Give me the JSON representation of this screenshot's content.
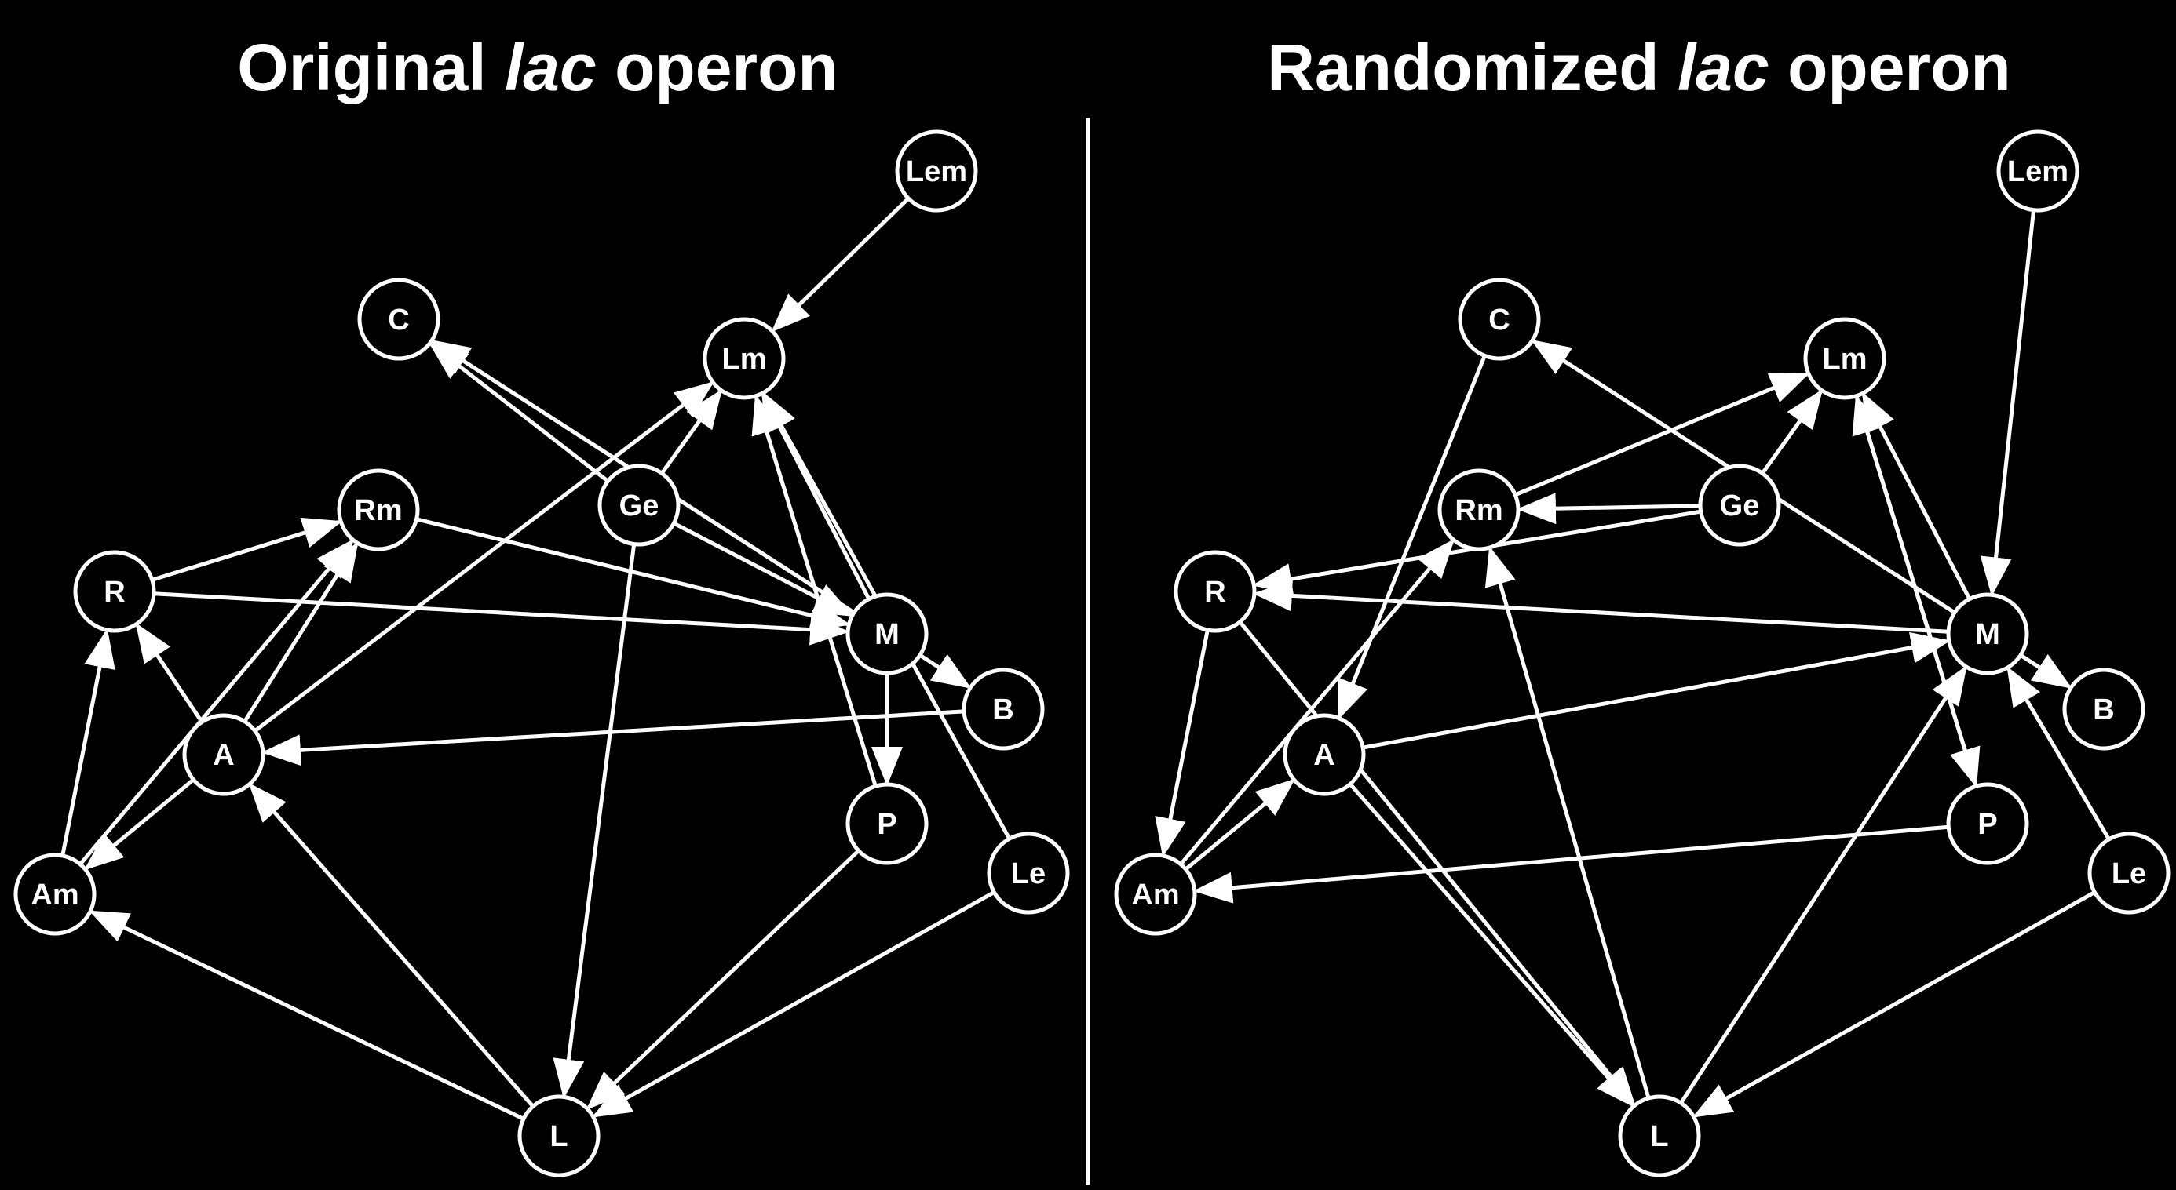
{
  "panels": [
    {
      "title_prefix": "Original ",
      "title_italic": "lac",
      "title_suffix": " operon",
      "nodes": [
        {
          "id": "Lem",
          "label": "Lem"
        },
        {
          "id": "C",
          "label": "C"
        },
        {
          "id": "Lm",
          "label": "Lm"
        },
        {
          "id": "Ge",
          "label": "Ge"
        },
        {
          "id": "Rm",
          "label": "Rm"
        },
        {
          "id": "R",
          "label": "R"
        },
        {
          "id": "M",
          "label": "M"
        },
        {
          "id": "B",
          "label": "B"
        },
        {
          "id": "A",
          "label": "A"
        },
        {
          "id": "P",
          "label": "P"
        },
        {
          "id": "Le",
          "label": "Le"
        },
        {
          "id": "Am",
          "label": "Am"
        },
        {
          "id": "L",
          "label": "L"
        }
      ],
      "edges": [
        {
          "from": "Lem",
          "to": "Lm"
        },
        {
          "from": "Ge",
          "to": "C"
        },
        {
          "from": "Ge",
          "to": "Lm"
        },
        {
          "from": "Ge",
          "to": "M"
        },
        {
          "from": "Ge",
          "to": "L"
        },
        {
          "from": "M",
          "to": "C"
        },
        {
          "from": "M",
          "to": "Lm"
        },
        {
          "from": "M",
          "to": "B"
        },
        {
          "from": "M",
          "to": "P"
        },
        {
          "from": "P",
          "to": "Lm"
        },
        {
          "from": "P",
          "to": "L"
        },
        {
          "from": "Le",
          "to": "Lm"
        },
        {
          "from": "Le",
          "to": "L"
        },
        {
          "from": "B",
          "to": "A"
        },
        {
          "from": "A",
          "to": "R"
        },
        {
          "from": "A",
          "to": "Rm"
        },
        {
          "from": "A",
          "to": "Lm"
        },
        {
          "from": "A",
          "to": "Am"
        },
        {
          "from": "Am",
          "to": "R"
        },
        {
          "from": "Am",
          "to": "Rm"
        },
        {
          "from": "R",
          "to": "Rm"
        },
        {
          "from": "R",
          "to": "M"
        },
        {
          "from": "Rm",
          "to": "M"
        },
        {
          "from": "L",
          "to": "A"
        },
        {
          "from": "L",
          "to": "Am"
        }
      ]
    },
    {
      "title_prefix": "Randomized ",
      "title_italic": "lac",
      "title_suffix": " operon",
      "nodes": [
        {
          "id": "Lem",
          "label": "Lem"
        },
        {
          "id": "C",
          "label": "C"
        },
        {
          "id": "Lm",
          "label": "Lm"
        },
        {
          "id": "Ge",
          "label": "Ge"
        },
        {
          "id": "Rm",
          "label": "Rm"
        },
        {
          "id": "R",
          "label": "R"
        },
        {
          "id": "M",
          "label": "M"
        },
        {
          "id": "B",
          "label": "B"
        },
        {
          "id": "A",
          "label": "A"
        },
        {
          "id": "P",
          "label": "P"
        },
        {
          "id": "Le",
          "label": "Le"
        },
        {
          "id": "Am",
          "label": "Am"
        },
        {
          "id": "L",
          "label": "L"
        }
      ],
      "edges": [
        {
          "from": "Lem",
          "to": "M"
        },
        {
          "from": "C",
          "to": "A"
        },
        {
          "from": "M",
          "to": "C"
        },
        {
          "from": "M",
          "to": "Lm"
        },
        {
          "from": "M",
          "to": "R"
        },
        {
          "from": "M",
          "to": "B"
        },
        {
          "from": "Ge",
          "to": "Lm"
        },
        {
          "from": "Ge",
          "to": "Rm"
        },
        {
          "from": "Ge",
          "to": "R"
        },
        {
          "from": "Rm",
          "to": "Lm"
        },
        {
          "from": "Lm",
          "to": "P"
        },
        {
          "from": "P",
          "to": "Lm"
        },
        {
          "from": "P",
          "to": "Am"
        },
        {
          "from": "R",
          "to": "Am"
        },
        {
          "from": "R",
          "to": "L"
        },
        {
          "from": "Am",
          "to": "A"
        },
        {
          "from": "Am",
          "to": "Rm"
        },
        {
          "from": "A",
          "to": "M"
        },
        {
          "from": "A",
          "to": "L"
        },
        {
          "from": "L",
          "to": "Rm"
        },
        {
          "from": "L",
          "to": "M"
        },
        {
          "from": "Le",
          "to": "M"
        },
        {
          "from": "Le",
          "to": "L"
        }
      ]
    }
  ]
}
